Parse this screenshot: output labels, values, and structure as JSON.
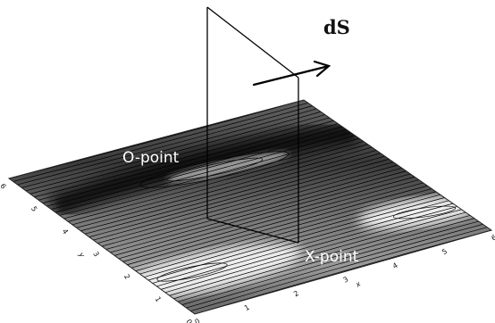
{
  "labels": {
    "o_point": "O-point",
    "x_point": "X-point",
    "surface_element": "dS"
  },
  "axes": {
    "x_name": "x",
    "y_name": "y",
    "x_ticks": [
      "0",
      "1",
      "2",
      "3",
      "4",
      "5",
      "6"
    ],
    "y_ticks": [
      "0",
      "1",
      "2",
      "3",
      "4",
      "5",
      "6"
    ]
  },
  "colors": {
    "surface_dark": "#1a1a1a",
    "surface_mid": "#7a7a7a",
    "surface_light": "#e6e6e6",
    "contour": "#000000",
    "plane": "#000000"
  }
}
